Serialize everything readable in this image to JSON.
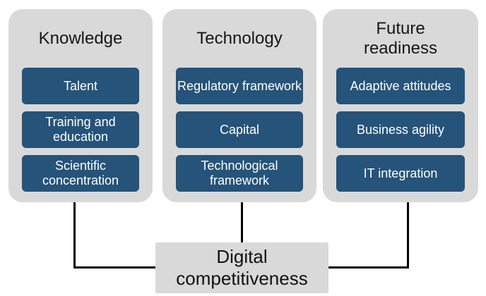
{
  "columns": [
    {
      "title": "Knowledge",
      "items": [
        "Talent",
        "Training and education",
        "Scientific concentration"
      ]
    },
    {
      "title": "Technology",
      "items": [
        "Regulatory framework",
        "Capital",
        "Technological framework"
      ]
    },
    {
      "title": "Future readiness",
      "items": [
        "Adaptive attitudes",
        "Business agility",
        "IT integration"
      ]
    }
  ],
  "result": {
    "title": "Digital competitiveness"
  },
  "colors": {
    "panel_bg": "#d9d9d9",
    "item_bg": "#255379",
    "item_text": "#ffffff",
    "heading_text": "#161616",
    "connector": "#000000",
    "result_bg": "#d9d9d9"
  }
}
